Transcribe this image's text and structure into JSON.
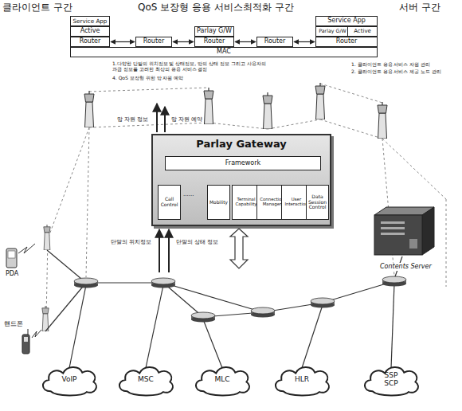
{
  "diagram": {
    "nodes": [
      {
        "text": [
          "Service App"
        ]
      },
      {
        "text": [
          "Active"
        ]
      },
      {
        "text": [
          "Router"
        ]
      },
      {
        "text": [
          "Router"
        ]
      },
      {
        "text": [
          "Parlay G/W"
        ]
      },
      {
        "text": [
          "Router"
        ]
      },
      {
        "text": [
          "Router"
        ]
      },
      {
        "text": [
          "Service App"
        ]
      },
      {
        "text": [
          "Parlay G/W"
        ]
      },
      {
        "text": [
          "Active"
        ]
      },
      {
        "text": [
          "Router"
        ]
      },
      {
        "text": [
          "MAC"
        ]
      },
      {
        "text": [
          "Parlay Gateway"
        ]
      },
      {
        "text": [
          "Framework"
        ],
        "in": 12
      },
      {
        "text": [
          "Call Control"
        ],
        "in": 12
      },
      {
        "text": [
          "Mobility"
        ],
        "in": 12
      },
      {
        "text": [
          "Terminal Capability"
        ],
        "in": 12
      },
      {
        "text": [
          "Connection Manager"
        ],
        "in": 12
      },
      {
        "text": [
          "User Interaction"
        ],
        "in": 12
      },
      {
        "text": [
          "Data Session Control"
        ],
        "in": 12
      },
      {
        "text": [
          "VoIP"
        ]
      },
      {
        "text": [
          "MSC"
        ]
      },
      {
        "text": [
          "MLC"
        ]
      },
      {
        "text": [
          "HLR"
        ]
      },
      {
        "text": [
          "SSP SCP"
        ]
      }
    ],
    "edges": [
      {
        "from": 2,
        "to": 3,
        "arrow": "both"
      },
      {
        "from": 3,
        "to": 5,
        "arrow": "both"
      },
      {
        "from": 5,
        "to": 6,
        "arrow": "both"
      },
      {
        "from": 6,
        "to": 10,
        "arrow": "both"
      }
    ],
    "labels": [
      "클라이언트 구간",
      "QoS 보장형 응용 서비스최적화 구간",
      "서버 구간",
      "1.다양한 단말의 위치정보 및 상태정보, 망의 상태 정보 그리고 사용자의 과금 정보를 고려한 최상의 응용 서비스 결정",
      "4. QoS 보장형 위한 망 자원 예약",
      "1. 클라이언트 응용 서비스 자원 관리",
      "2. 클라이언트 응용 서비스 제공 노드 관리",
      "망 자원 정보",
      "망 자원 예약",
      "......",
      "단말의 위치정보",
      "단말의 상태 정보",
      "PDA",
      "핸드폰",
      "Contents Server"
    ]
  }
}
